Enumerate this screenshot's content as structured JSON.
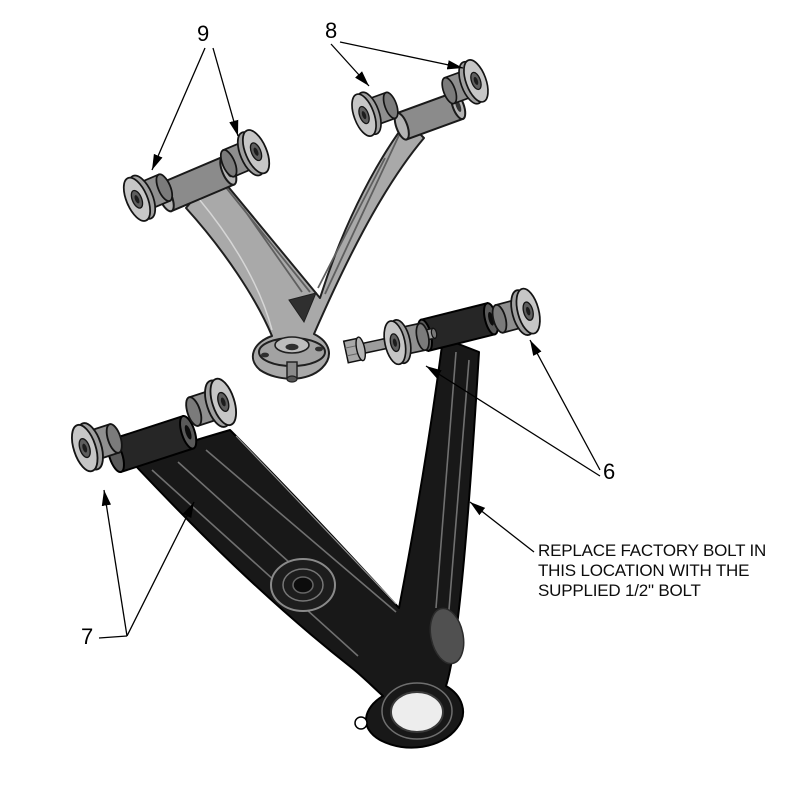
{
  "callouts": {
    "c6": "6",
    "c7": "7",
    "c8": "8",
    "c9": "9"
  },
  "annotation": {
    "line1": "REPLACE FACTORY BOLT IN",
    "line2": "THIS LOCATION WITH THE",
    "line3": "SUPPLIED 1/2\" BOLT"
  },
  "colors": {
    "background": "#ffffff",
    "upper_arm": "#a9a9a9",
    "lower_arm": "#181818",
    "line": "#000000"
  }
}
